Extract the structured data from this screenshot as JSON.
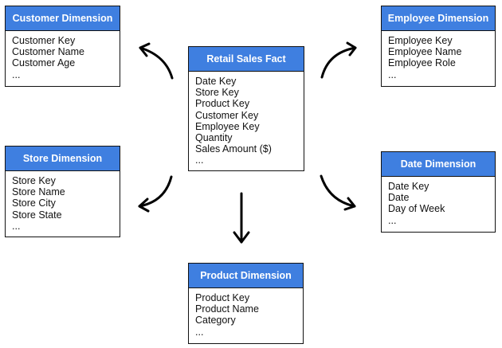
{
  "tables": {
    "customer": {
      "title": "Customer Dimension",
      "fields": [
        "Customer Key",
        "Customer Name",
        "Customer Age",
        "..."
      ]
    },
    "employee": {
      "title": "Employee Dimension",
      "fields": [
        "Employee Key",
        "Employee Name",
        "Employee Role",
        "..."
      ]
    },
    "fact": {
      "title": "Retail Sales Fact",
      "fields": [
        "Date Key",
        "Store Key",
        "Product Key",
        "Customer Key",
        "Employee Key",
        "Quantity",
        "Sales Amount ($)",
        "..."
      ]
    },
    "store": {
      "title": "Store Dimension",
      "fields": [
        "Store Key",
        "Store Name",
        "Store City",
        "Store State",
        "..."
      ]
    },
    "date": {
      "title": "Date Dimension",
      "fields": [
        "Date Key",
        "Date",
        "Day of Week",
        "..."
      ]
    },
    "product": {
      "title": "Product Dimension",
      "fields": [
        "Product Key",
        "Product Name",
        "Category",
        "..."
      ]
    }
  },
  "colors": {
    "header": "#3f7fe0",
    "border": "#111111",
    "arrow": "#000000"
  }
}
